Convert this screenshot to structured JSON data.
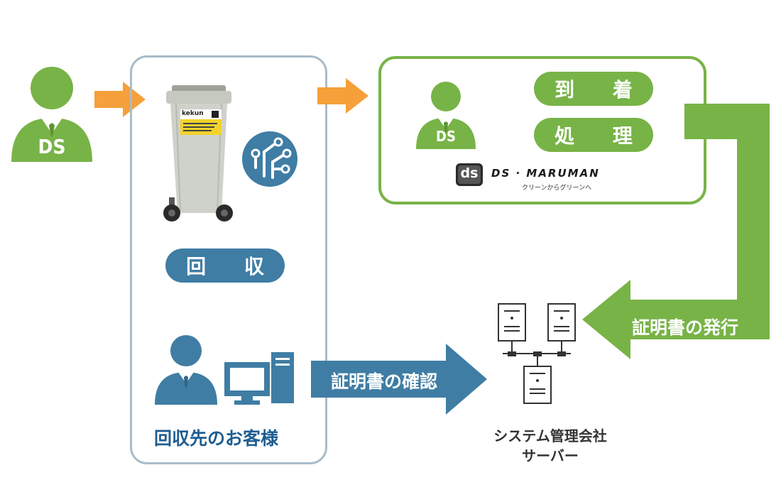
{
  "people": {
    "ds_left": {
      "badge": "DS"
    },
    "ds_panel": {
      "badge": "DS"
    }
  },
  "ds_panel": {
    "arrival_label": "到 着",
    "process_label": "処 理",
    "brand_name": "DS · MARUMAN",
    "brand_tagline": "クリーンからグリーンへ",
    "logo_text": "ds"
  },
  "customer_panel": {
    "bin_brand": "kekun",
    "collect_label": "回 収",
    "caption": "回収先のお客様"
  },
  "arrows": {
    "confirm_certificate": "証明書の確認",
    "issue_certificate": "証明書の発行"
  },
  "server": {
    "caption_line1": "システム管理会社",
    "caption_line2": "サーバー"
  },
  "colors": {
    "green": "#78b347",
    "blue": "#3f7da4",
    "orange": "#f5a03a",
    "panel_border": "#a9bcc9"
  }
}
